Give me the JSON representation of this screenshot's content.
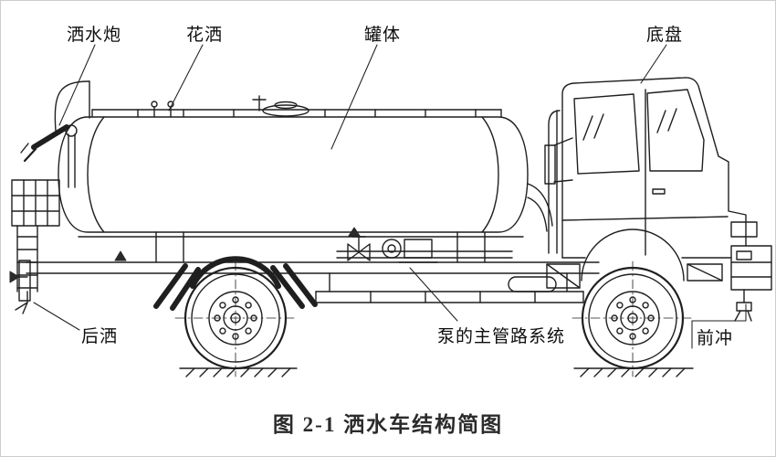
{
  "diagram": {
    "caption": "图 2-1 洒水车结构简图",
    "labels": {
      "water_cannon": "洒水炮",
      "sprinkler": "花洒",
      "tank": "罐体",
      "chassis": "底盘",
      "rear_spray": "后洒",
      "pump_pipeline": "泵的主管路系统",
      "front_flush": "前冲"
    },
    "colors": {
      "line": "#1f1f1f",
      "background": "#ffffff"
    }
  }
}
